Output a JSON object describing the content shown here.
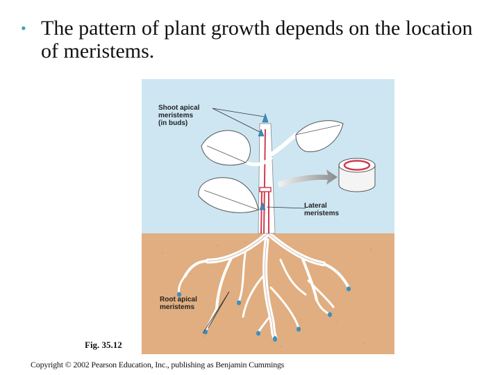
{
  "slide": {
    "bullet": {
      "lines": [
        "The pattern of plant growth depends on the location",
        "of meristems."
      ]
    },
    "figure": {
      "labels": {
        "shoot_apical": [
          "Shoot apical",
          "meristems",
          "(in buds)"
        ],
        "lateral": [
          "Lateral",
          "meristems"
        ],
        "root_apical": [
          "Root apical",
          "meristems"
        ]
      },
      "caption": "Fig. 35.12"
    },
    "copyright": "Copyright © 2002 Pearson Education, Inc., publishing as Benjamin Cummings"
  },
  "colors": {
    "sky": "#cde6f2",
    "soil": "#e0ae80",
    "meristem_red": "#d23b50",
    "meristem_blue": "#3a8fc0",
    "leaf_fill": "#ffffff",
    "bullet": "#3aa5a8"
  }
}
